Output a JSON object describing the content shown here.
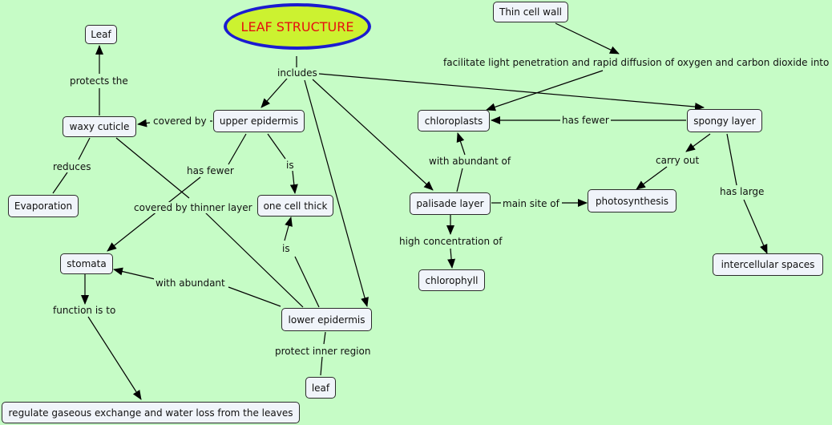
{
  "title": "LEAF STRUCTURE",
  "nodes": {
    "thin_cell_wall": "Thin cell wall",
    "leaf_top": "Leaf",
    "waxy_cuticle": "waxy cuticle",
    "upper_epidermis": "upper epidermis",
    "chloroplasts": "chloroplasts",
    "spongy_layer": "spongy layer",
    "evaporation": "Evaporation",
    "one_cell_thick": "one cell thick",
    "palisade_layer": "palisade layer",
    "photosynthesis": "photosynthesis",
    "stomata": "stomata",
    "intercellular_spaces": "intercellular spaces",
    "chlorophyll": "chlorophyll",
    "lower_epidermis": "lower epidermis",
    "leaf_bottom": "leaf",
    "regulate": "regulate gaseous exchange and water loss from the leaves"
  },
  "links": {
    "includes": "includes",
    "protects_the": "protects the",
    "covered_by": "covered by",
    "facilitate": "facilitate light penetration and rapid diffusion of oxygen and carbon dioxide into",
    "has_fewer_right": "has fewer",
    "reduces": "reduces",
    "has_fewer_left": "has fewer",
    "is_top": "is",
    "with_abundant_of": "with abundant of",
    "carry_out": "carry out",
    "covered_thinner": "covered by thinner layer",
    "main_site_of": "main site of",
    "has_large": "has large",
    "high_concentration": "high concentration of",
    "is_bottom": "is",
    "with_abundant": "with abundant",
    "function_is_to": "function is to",
    "protect_inner": "protect inner region"
  },
  "colors": {
    "background": "#c6fcc6",
    "root_fill": "#ccf230",
    "root_border": "#1b1bd0",
    "root_text": "#e61010",
    "node_fill": "#f0f4fa",
    "line": "#000000"
  }
}
